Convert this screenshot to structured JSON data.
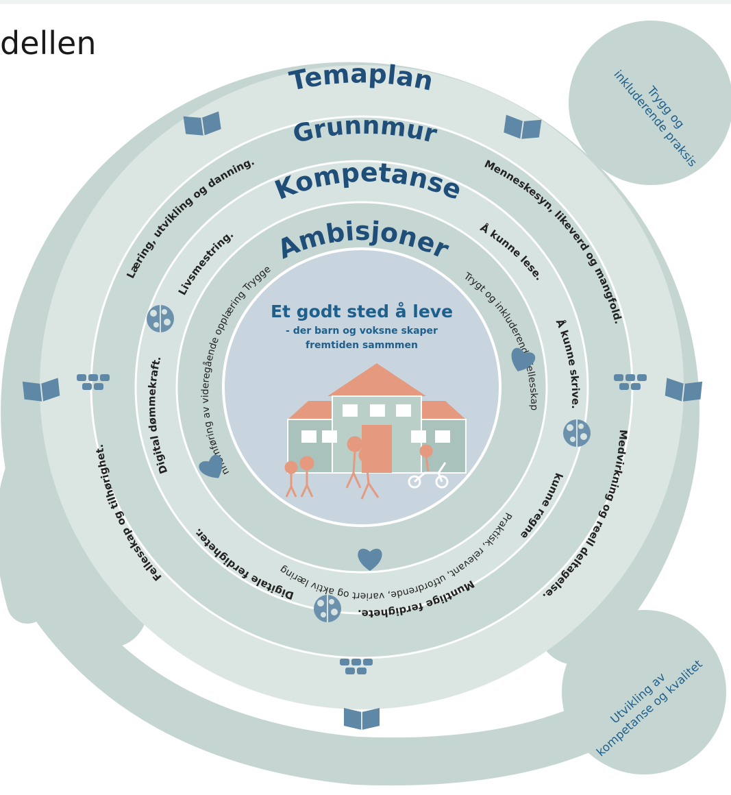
{
  "page": {
    "title": "dellen"
  },
  "rings": {
    "temaplan": "Temaplan",
    "grunnmur": "Grunnmur",
    "kompetanse": "Kompetanse",
    "ambisjoner": "Ambisjoner"
  },
  "center": {
    "title": "Et godt sted å leve",
    "subtitle_line1": "-   der barn og voksne skaper",
    "subtitle_line2": "fremtiden sammmen"
  },
  "side_labels": {
    "top_right_line1": "Trygg og",
    "top_right_line2": "inkluderende praksis",
    "bottom_right_line1": "Utvikling av",
    "bottom_right_line2": "kompetanse og kvalitet"
  },
  "grunnmur_items": {
    "top_left": "Læring, utvikling og danning.",
    "top_right": "Menneskesyn, likeverd og mangfold.",
    "right": "Medvirkning og reell deltagelse.",
    "left": "Fellesskap og tilhørighet."
  },
  "kompetanse_items": {
    "livsmestring": "Livsmestring.",
    "lese": "Å kunne lese.",
    "skrive": "Å kunne skrive.",
    "regne": "Å kunne regne.",
    "muntlige": "Muntlige ferdighete.",
    "digitale": "Digitale ferdigheter.",
    "dommekraft": "Digital dømmekraft."
  },
  "ambisjoner_items": {
    "right": "Trygt og inkluderende fellesskap",
    "bottom": "Praktisk, relevant, utfordrende, variert og aktiv læring",
    "left": "Gjennomføring av videregående opplæring Trygge og"
  },
  "colors": {
    "outer_band": "#c5d6d2",
    "temaplan_ring": "#dbe6e3",
    "grunnmur_ring": "#c9d9d5",
    "kompetanse_ring": "#d7e3e0",
    "ambisjoner_ring": "#c6d6d2",
    "center": "#c8d5de",
    "accent_blue": "#1f4e79",
    "icon_blue": "#5f87a6",
    "house_roof": "#e59a80",
    "house_wall": "#a9c2bb"
  },
  "icons": [
    "book-icon",
    "bricks-icon",
    "brain-icon",
    "heart-icon",
    "school-house-icon",
    "children-icon",
    "scooter-icon"
  ]
}
